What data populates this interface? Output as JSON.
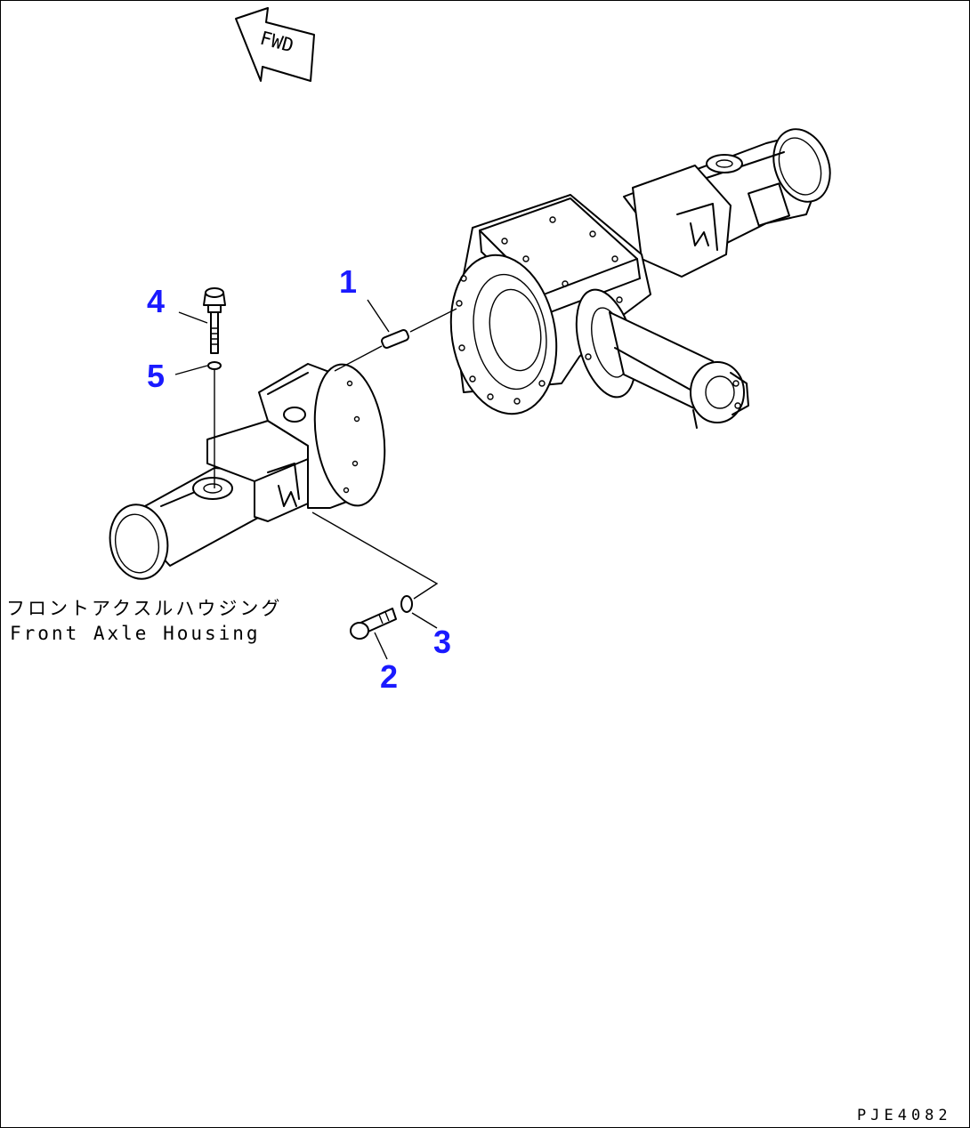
{
  "direction_marker": {
    "text": "FWD",
    "icon": "fwd-arrow-icon"
  },
  "part_label": {
    "japanese": "フロントアクスルハウジング",
    "english": "Front Axle Housing"
  },
  "callouts": [
    {
      "id": 1,
      "text": "1"
    },
    {
      "id": 2,
      "text": "2"
    },
    {
      "id": 3,
      "text": "3"
    },
    {
      "id": 4,
      "text": "4"
    },
    {
      "id": 5,
      "text": "5"
    }
  ],
  "drawing_code": "PJE4082",
  "colors": {
    "callout": "#1a1aff",
    "line": "#000000",
    "background": "#ffffff"
  }
}
